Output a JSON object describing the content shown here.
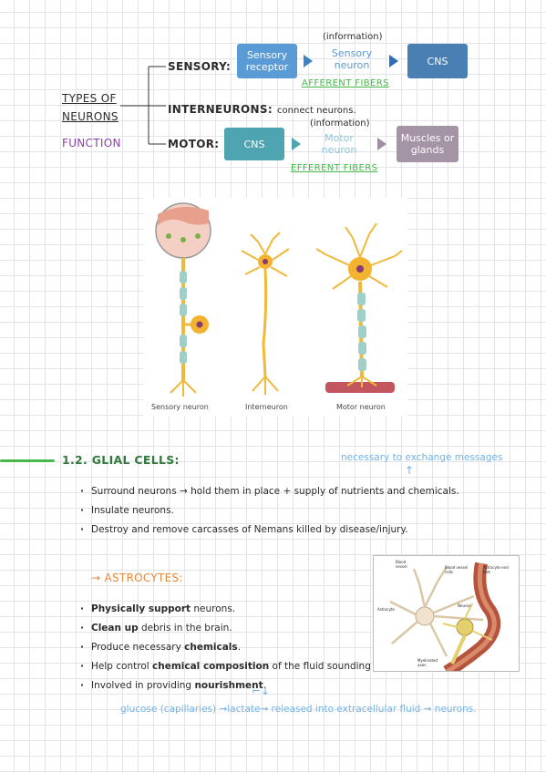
{
  "diagram": {
    "types_title_line1": "TYPES OF",
    "types_title_line2": "NEURONS",
    "function_label": "FUNCTION",
    "sensory": {
      "label": "SENSORY:",
      "info": "(information)",
      "node1": "Sensory receptor",
      "node2": "Sensory neuron",
      "node3": "CNS",
      "fibers": "AFFERENT FIBERS"
    },
    "inter": {
      "label": "INTERNEURONS:",
      "desc": "connect neurons."
    },
    "motor": {
      "label": "MOTOR:",
      "info": "(information)",
      "node1": "CNS",
      "node2": "Motor neuron",
      "node3": "Muscles or glands",
      "fibers": "EFFERENT FIBERS"
    },
    "colors": {
      "sensory_node": "#5b9bd5",
      "cns_node": "#4a7fb3",
      "teal_node": "#4ea4b0",
      "motor_neuron_node": "#8ec7d6",
      "muscles_node": "#a494a6",
      "arrow_blue": "#3d84c6",
      "arrow_teal": "#4ea4b0",
      "arrow_gray": "#9c8fa0"
    }
  },
  "figure": {
    "captions": [
      "Sensory neuron",
      "Interneuron",
      "Motor neuron"
    ]
  },
  "glial": {
    "heading": "1.2. GLIAL CELLS:",
    "note": "necessary to exchange messages",
    "bullets": [
      "Surround neurons → hold them in place + supply of nutrients and chemicals.",
      "Insulate neurons.",
      "Destroy and remove carcasses of Nemans killed by disease/injury."
    ]
  },
  "astro": {
    "heading": "→ ASTROCYTES:",
    "bullets": [
      {
        "bold_lead": "Physically support",
        "rest": " neurons."
      },
      {
        "bold_lead": "Clean up",
        "rest": " debris in the brain."
      },
      {
        "pre": "Produce necessary ",
        "bold": "chemicals",
        "post": "."
      },
      {
        "pre": "Help control ",
        "bold": "chemical composition",
        "post": " of the fluid sounding neurons."
      },
      {
        "pre": "Involved in providing ",
        "bold": "nourishment",
        "post": "."
      }
    ],
    "flow_note": "glucose (capillaries) →lactate→ released into extracellular fluid → neurons.",
    "image_labels": [
      "Blood vessel",
      "Blood vessel cells",
      "Astrocyte end feet",
      "Astrocyte",
      "Neuron",
      "Myelinated axon"
    ]
  }
}
